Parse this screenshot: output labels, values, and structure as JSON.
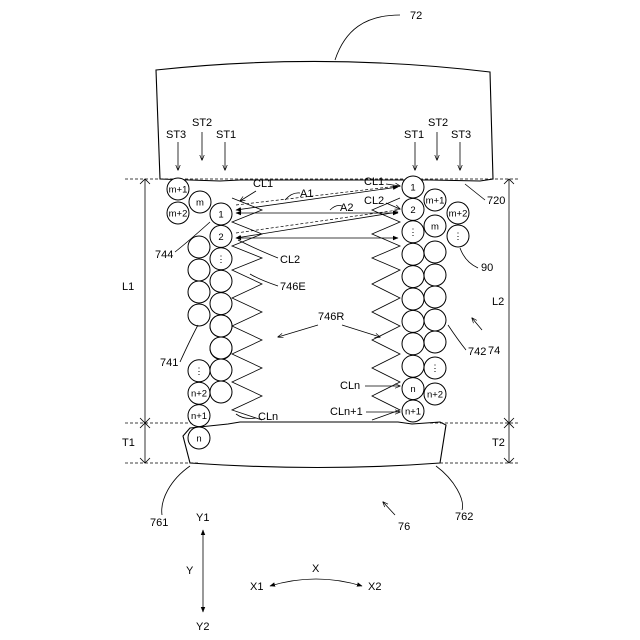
{
  "labels": {
    "ref_72": "72",
    "st1_left": "ST1",
    "st2_left": "ST2",
    "st3_left": "ST3",
    "st1_right": "ST1",
    "st2_right": "ST2",
    "st3_right": "ST3",
    "cl1_left": "CL1",
    "cl2_left": "CL2",
    "cln_left": "CLn",
    "cl1_right": "CL1",
    "cl2_right": "CL2",
    "cln_right": "CLn",
    "cln1_right": "CLn+1",
    "a1": "A1",
    "a2": "A2",
    "ref_720": "720",
    "ref_744": "744",
    "ref_746E": "746E",
    "ref_746R": "746R",
    "ref_741": "741",
    "ref_742": "742",
    "ref_90": "90",
    "ref_74": "74",
    "ref_761": "761",
    "ref_762": "762",
    "ref_76": "76",
    "l1": "L1",
    "l2": "L2",
    "t1": "T1",
    "t2": "T2",
    "y1": "Y1",
    "y2": "Y2",
    "y": "Y",
    "x": "X",
    "x1": "X1",
    "x2": "X2"
  },
  "left_roll_labels": [
    "1",
    "2",
    "⋮",
    "",
    "",
    "",
    "",
    "⋮",
    "n+2",
    "n+1",
    "n"
  ],
  "left_extra_labels": [
    "m+1",
    "m+2",
    "m"
  ],
  "right_roll_labels": [
    "1",
    "2",
    "⋮",
    "",
    "",
    "",
    "",
    "",
    "",
    "n",
    "n+1"
  ],
  "right_extra_labels": [
    "m+1",
    "m+2",
    "m",
    "⋮",
    "⋮",
    "n+2"
  ]
}
